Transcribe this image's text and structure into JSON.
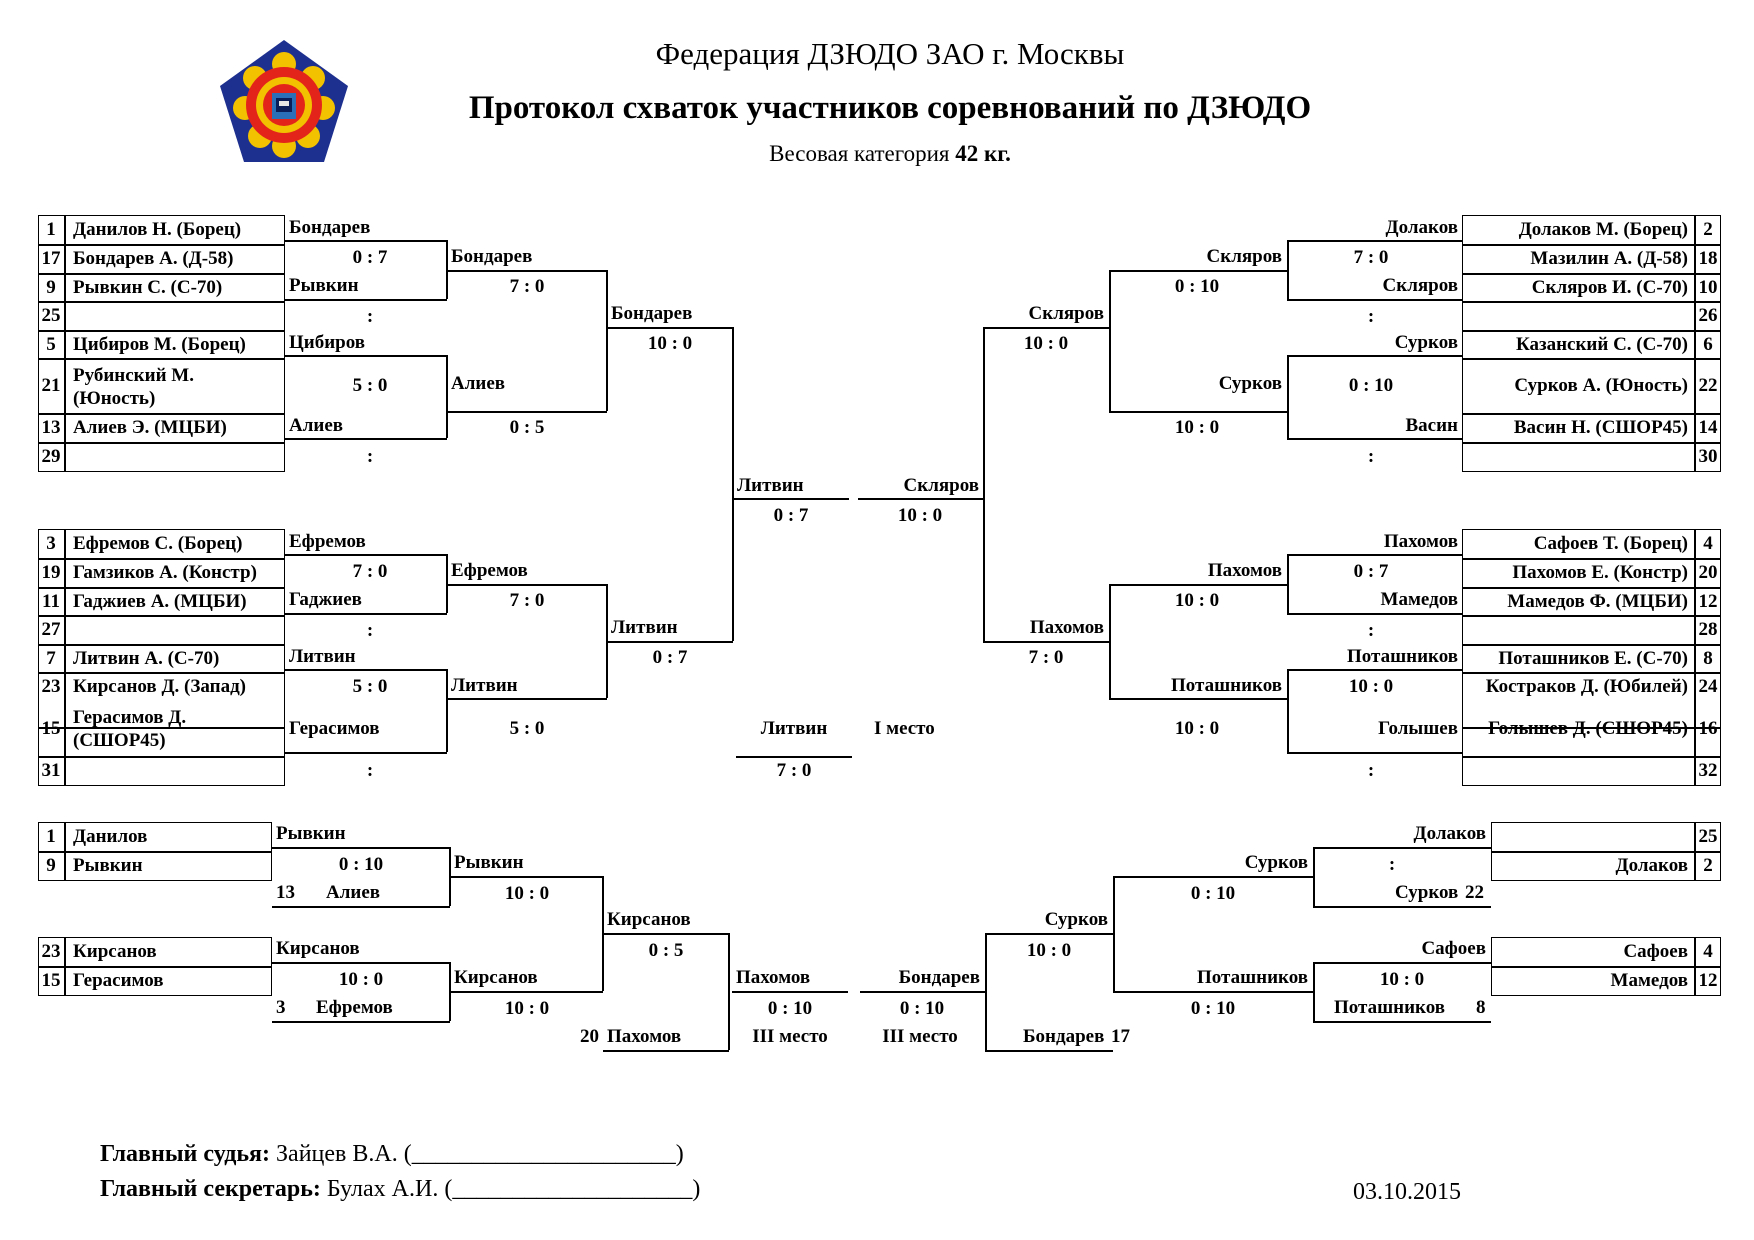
{
  "header": {
    "federation": "Федерация ДЗЮДО ЗАО г. Москвы",
    "title": "Протокол схваток участников соревнований по ДЗЮДО",
    "category_prefix": "Весовая категория ",
    "category_value": "42 кг."
  },
  "left_bracket": {
    "rows": [
      {
        "n": "1",
        "name": "Данилов Н. (Борец)"
      },
      {
        "n": "17",
        "name": "Бондарев А. (Д-58)"
      },
      {
        "n": "9",
        "name": "Рывкин С. (С-70)"
      },
      {
        "n": "25",
        "name": ""
      },
      {
        "n": "5",
        "name": "Цибиров М. (Борец)"
      },
      {
        "n": "21",
        "name": "Рубинский М. (Юность)"
      },
      {
        "n": "13",
        "name": "Алиев Э. (МЦБИ)"
      },
      {
        "n": "29",
        "name": ""
      },
      {
        "n": "3",
        "name": "Ефремов С. (Борец)"
      },
      {
        "n": "19",
        "name": "Гамзиков А. (Констр)"
      },
      {
        "n": "11",
        "name": "Гаджиев А. (МЦБИ)"
      },
      {
        "n": "27",
        "name": ""
      },
      {
        "n": "7",
        "name": "Литвин А. (С-70)"
      },
      {
        "n": "23",
        "name": "Кирсанов Д. (Запад)"
      },
      {
        "n": "15",
        "name": "Герасимов Д. (СШОР45)"
      },
      {
        "n": "31",
        "name": ""
      }
    ],
    "r1": [
      {
        "winner": "Бондарев",
        "score": "0 : 7",
        "other": "Рывкин"
      },
      {
        "winner": "Цибиров",
        "score": "5 : 0",
        "other": "Алиев"
      },
      {
        "winner": "Ефремов",
        "score": "7 : 0",
        "other": "Гаджиев"
      },
      {
        "winner": "Литвин",
        "score": "5 : 0",
        "other": "Герасимов"
      }
    ],
    "r1_empty_score": ":",
    "r2": [
      {
        "winner": "Бондарев",
        "score": "7 : 0"
      },
      {
        "winner": "Алиев",
        "score": "0 : 5"
      },
      {
        "winner": "Ефремов",
        "score": "7 : 0"
      },
      {
        "winner": "Литвин",
        "score": "5 : 0"
      }
    ],
    "r3": [
      {
        "winner": "Бондарев",
        "score": "10 : 0"
      },
      {
        "winner": "Литвин",
        "score": "0 : 7"
      }
    ],
    "semi": {
      "winner": "Литвин",
      "score": "0 : 7"
    }
  },
  "right_bracket": {
    "rows": [
      {
        "n": "2",
        "name": "Долаков М. (Борец)"
      },
      {
        "n": "18",
        "name": "Мазилин А. (Д-58)"
      },
      {
        "n": "10",
        "name": "Скляров И. (С-70)"
      },
      {
        "n": "26",
        "name": ""
      },
      {
        "n": "6",
        "name": "Казанский С. (С-70)"
      },
      {
        "n": "22",
        "name": "Сурков А. (Юность)"
      },
      {
        "n": "14",
        "name": "Васин Н. (СШОР45)"
      },
      {
        "n": "30",
        "name": ""
      },
      {
        "n": "4",
        "name": "Сафоев Т. (Борец)"
      },
      {
        "n": "20",
        "name": "Пахомов Е. (Констр)"
      },
      {
        "n": "12",
        "name": "Мамедов Ф. (МЦБИ)"
      },
      {
        "n": "28",
        "name": ""
      },
      {
        "n": "8",
        "name": "Поташников Е. (С-70)"
      },
      {
        "n": "24",
        "name": "Костраков Д. (Юбилей)"
      },
      {
        "n": "16",
        "name": "Голышев Д. (СШОР45)"
      },
      {
        "n": "32",
        "name": ""
      }
    ],
    "r1": [
      {
        "winner": "Долаков",
        "score": "7 : 0",
        "other": "Скляров"
      },
      {
        "winner": "Сурков",
        "score": "0 : 10",
        "other": "Васин"
      },
      {
        "winner": "Пахомов",
        "score": "0 : 7",
        "other": "Мамедов"
      },
      {
        "winner": "Поташников",
        "score": "10 : 0",
        "other": "Голышев"
      }
    ],
    "r1_empty_score": ":",
    "r2": [
      {
        "winner": "Скляров",
        "score": "0 : 10"
      },
      {
        "winner": "Сурков",
        "score": "10 : 0"
      },
      {
        "winner": "Пахомов",
        "score": "10 : 0"
      },
      {
        "winner": "Поташников",
        "score": "10 : 0"
      }
    ],
    "r3": [
      {
        "winner": "Скляров",
        "score": "10 : 0"
      },
      {
        "winner": "Пахомов",
        "score": "7 : 0"
      }
    ],
    "semi": {
      "winner": "Скляров",
      "score": "10 : 0"
    }
  },
  "final": {
    "winner": "Литвин",
    "place": "I место",
    "score": "7 : 0"
  },
  "repechage_left": {
    "rows": [
      {
        "n": "1",
        "name": "Данилов"
      },
      {
        "n": "9",
        "name": "Рывкин"
      },
      {
        "n": "23",
        "name": "Кирсанов"
      },
      {
        "n": "15",
        "name": "Герасимов"
      }
    ],
    "m1": {
      "winner": "Рывкин",
      "score": "0 : 10",
      "n": "13",
      "other": "Алиев"
    },
    "m2": {
      "winner": "Кирсанов",
      "score": "10 : 0",
      "n": "3",
      "other": "Ефремов"
    },
    "s1": {
      "winner": "Рывкин",
      "score": "10 : 0"
    },
    "s2": {
      "winner": "Кирсанов",
      "score": "10 : 0"
    },
    "f": {
      "winner": "Кирсанов",
      "score": "0 : 5",
      "n": "20",
      "other": "Пахомов"
    },
    "bronze": {
      "winner": "Пахомов",
      "score": "0 : 10",
      "place": "III место"
    }
  },
  "repechage_right": {
    "rows": [
      {
        "n": "25",
        "name": ""
      },
      {
        "n": "2",
        "name": "Долаков"
      },
      {
        "n": "4",
        "name": "Сафоев"
      },
      {
        "n": "12",
        "name": "Мамедов"
      }
    ],
    "m1": {
      "winner": "Долаков",
      "score": ":",
      "other": "Сурков",
      "n": "22"
    },
    "m2": {
      "winner": "Сафоев",
      "score": "10 : 0",
      "other": "Поташников",
      "n": "8"
    },
    "s1": {
      "winner": "Сурков",
      "score": "0 : 10"
    },
    "s2": {
      "winner": "Поташников",
      "score": "0 : 10"
    },
    "f": {
      "winner": "Сурков",
      "score": "10 : 0",
      "other": "Бондарев",
      "n": "17"
    },
    "bronze": {
      "winner": "Бондарев",
      "score": "0 : 10",
      "place": "III место"
    }
  },
  "footer": {
    "judge_label": "Главный судья:",
    "judge_name": " Зайцев В.А. (______________________)",
    "secretary_label": "Главный секретарь:",
    "secretary_name": " Булах А.И. (____________________)",
    "date": "03.10.2015"
  }
}
